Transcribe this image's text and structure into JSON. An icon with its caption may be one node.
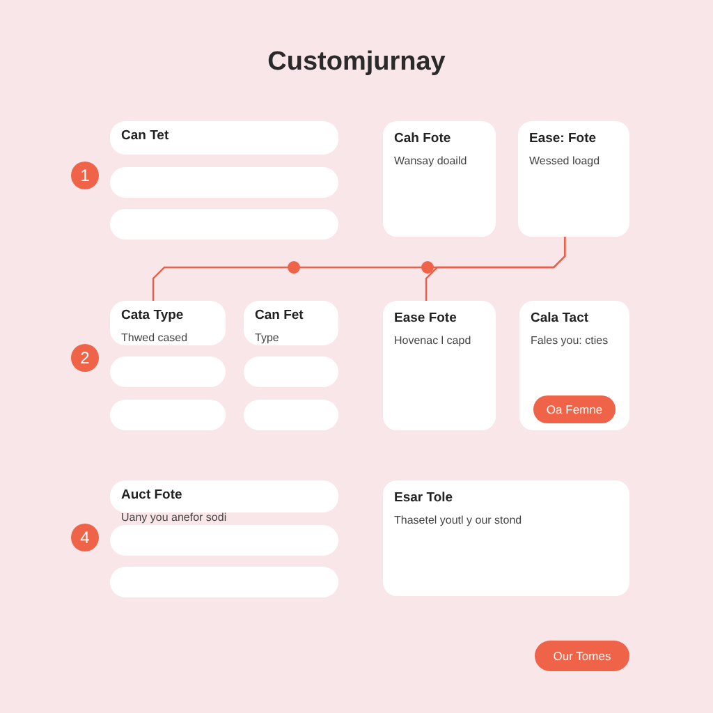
{
  "diagram": {
    "title": "Customjurnay",
    "nodes": [
      {
        "text": [
          "1"
        ]
      },
      {
        "text": [
          "Can Tet"
        ]
      },
      {
        "text": [],
        "shape": "box"
      },
      {
        "text": [],
        "shape": "box"
      },
      {
        "text": [
          "Cah Fote",
          "Wansay doaild"
        ]
      },
      {
        "text": [
          "Ease: Fote",
          "Wessed loagd"
        ]
      },
      {
        "text": [
          "2"
        ]
      },
      {
        "text": [
          "Cata Type",
          "Thwed cased"
        ]
      },
      {
        "text": [],
        "shape": "box"
      },
      {
        "text": [],
        "shape": "box"
      },
      {
        "text": [
          "Can Fet",
          "Type"
        ]
      },
      {
        "text": [],
        "shape": "box"
      },
      {
        "text": [],
        "shape": "box"
      },
      {
        "text": [
          "Ease Fote",
          "Hovenac l capd"
        ]
      },
      {
        "text": [
          "Cala Tact",
          "Fales you: cties",
          "Oa Femne"
        ]
      },
      {
        "text": [
          "4"
        ]
      },
      {
        "text": [
          "Auct Fote"
        ],
        "beside": [
          "Uany you anefor sodi"
        ]
      },
      {
        "text": [],
        "shape": "box"
      },
      {
        "text": [],
        "shape": "box"
      },
      {
        "text": [
          "Esar Tole",
          "Thasetel youtl y our stond"
        ]
      }
    ],
    "edges": [
      {
        "from": 5,
        "to": 7,
        "arrow": "none"
      },
      {
        "from": 5,
        "to": 13,
        "arrow": "none"
      }
    ],
    "labels": [
      "Our Tomes"
    ]
  }
}
